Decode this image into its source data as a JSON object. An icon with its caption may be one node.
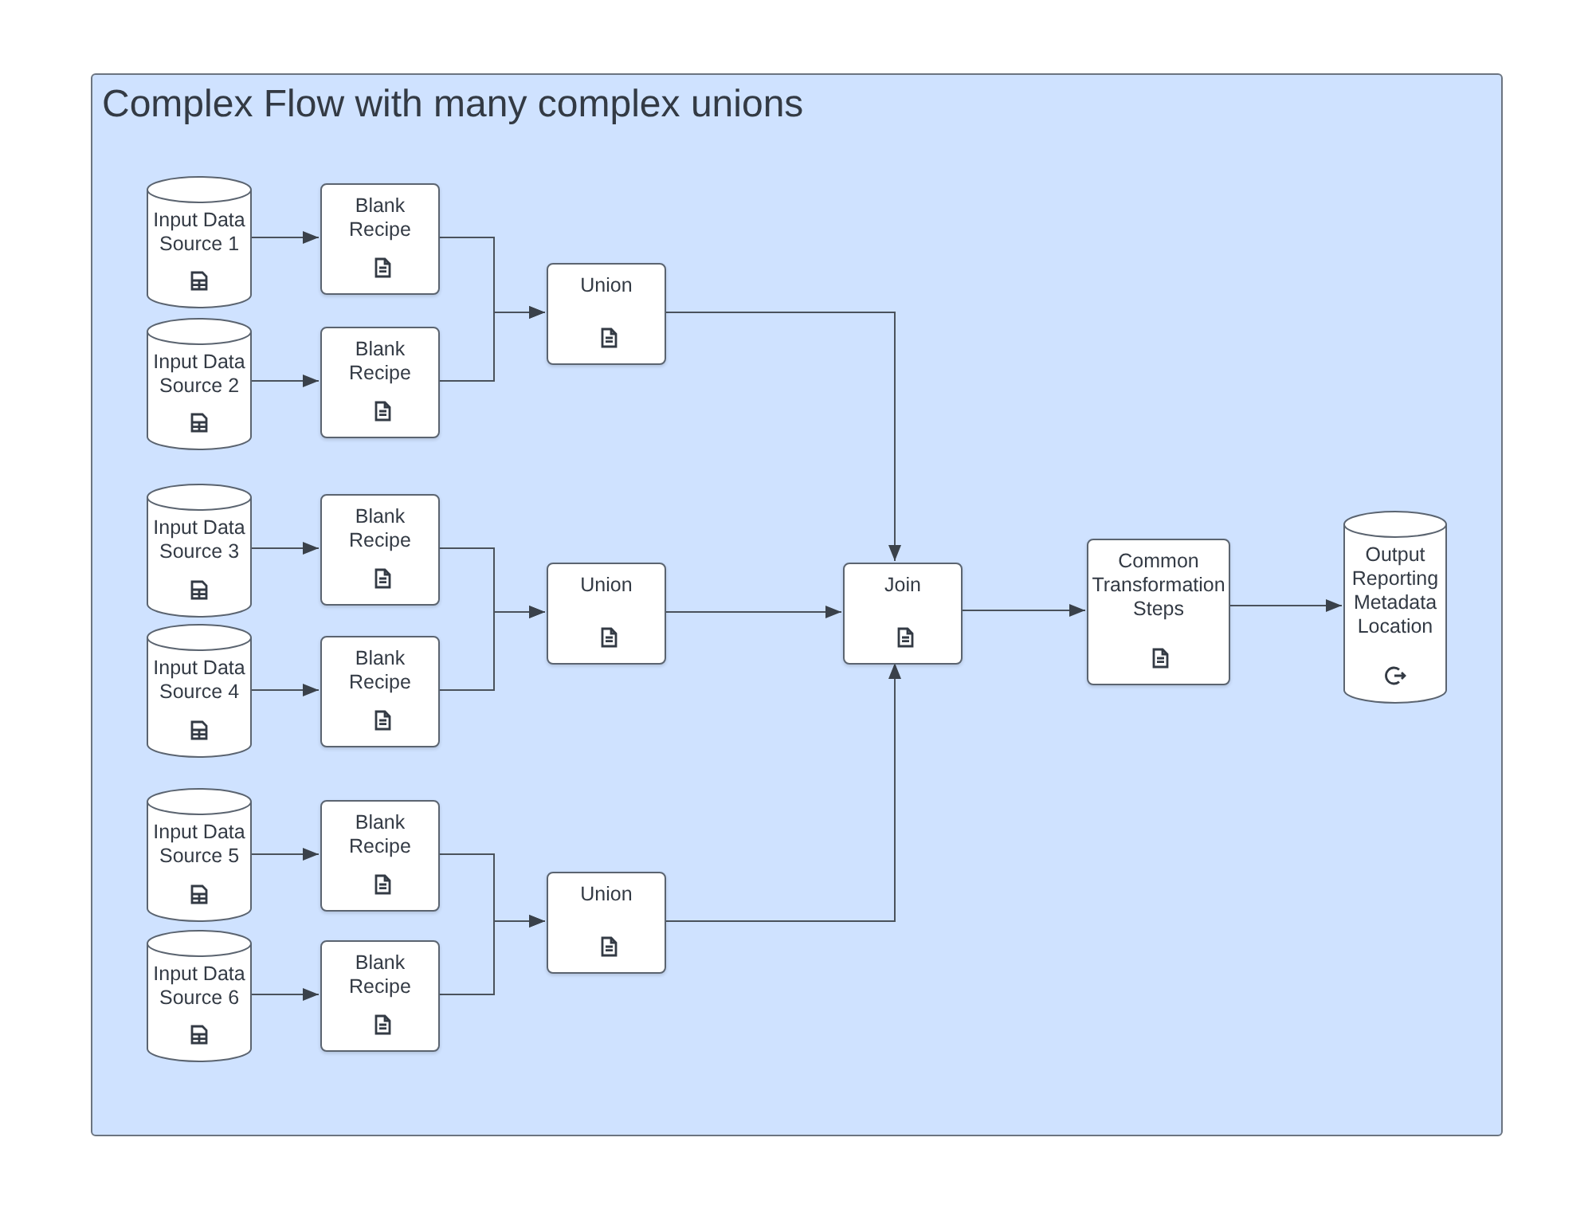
{
  "diagram": {
    "nodes": [
      {
        "text": [
          "Complex Flow with many complex unions"
        ]
      },
      {
        "text": [
          "Input Data Source 1"
        ],
        "in": 0
      },
      {
        "text": [
          "Input Data Source 2"
        ],
        "in": 0
      },
      {
        "text": [
          "Input Data Source 3"
        ],
        "in": 0
      },
      {
        "text": [
          "Input Data Source 4"
        ],
        "in": 0
      },
      {
        "text": [
          "Input Data Source 5"
        ],
        "in": 0
      },
      {
        "text": [
          "Input Data Source 6"
        ],
        "in": 0
      },
      {
        "text": [
          "Blank Recipe"
        ],
        "in": 0
      },
      {
        "text": [
          "Blank Recipe"
        ],
        "in": 0
      },
      {
        "text": [
          "Blank Recipe"
        ],
        "in": 0
      },
      {
        "text": [
          "Blank Recipe"
        ],
        "in": 0
      },
      {
        "text": [
          "Blank Recipe"
        ],
        "in": 0
      },
      {
        "text": [
          "Blank Recipe"
        ],
        "in": 0
      },
      {
        "text": [
          "Union"
        ],
        "in": 0
      },
      {
        "text": [
          "Union"
        ],
        "in": 0
      },
      {
        "text": [
          "Union"
        ],
        "in": 0
      },
      {
        "text": [
          "Join"
        ],
        "in": 0
      },
      {
        "text": [
          "Common Transformation Steps"
        ],
        "in": 0
      },
      {
        "text": [
          "Output Reporting Metadata Location"
        ],
        "in": 0
      }
    ],
    "edges": [
      {
        "from": 1,
        "to": 7,
        "arrow": "to"
      },
      {
        "from": 2,
        "to": 8,
        "arrow": "to"
      },
      {
        "from": 3,
        "to": 9,
        "arrow": "to"
      },
      {
        "from": 4,
        "to": 10,
        "arrow": "to"
      },
      {
        "from": 5,
        "to": 11,
        "arrow": "to"
      },
      {
        "from": 6,
        "to": 12,
        "arrow": "to"
      },
      {
        "from": 7,
        "to": 13,
        "arrow": "to"
      },
      {
        "from": 8,
        "to": 13,
        "arrow": "to"
      },
      {
        "from": 9,
        "to": 14,
        "arrow": "to"
      },
      {
        "from": 10,
        "to": 14,
        "arrow": "to"
      },
      {
        "from": 11,
        "to": 15,
        "arrow": "to"
      },
      {
        "from": 12,
        "to": 15,
        "arrow": "to"
      },
      {
        "from": 13,
        "to": 16,
        "arrow": "to"
      },
      {
        "from": 14,
        "to": 16,
        "arrow": "to"
      },
      {
        "from": 15,
        "to": 16,
        "arrow": "to"
      },
      {
        "from": 16,
        "to": 17,
        "arrow": "to"
      },
      {
        "from": 17,
        "to": 18,
        "arrow": "to"
      }
    ]
  }
}
